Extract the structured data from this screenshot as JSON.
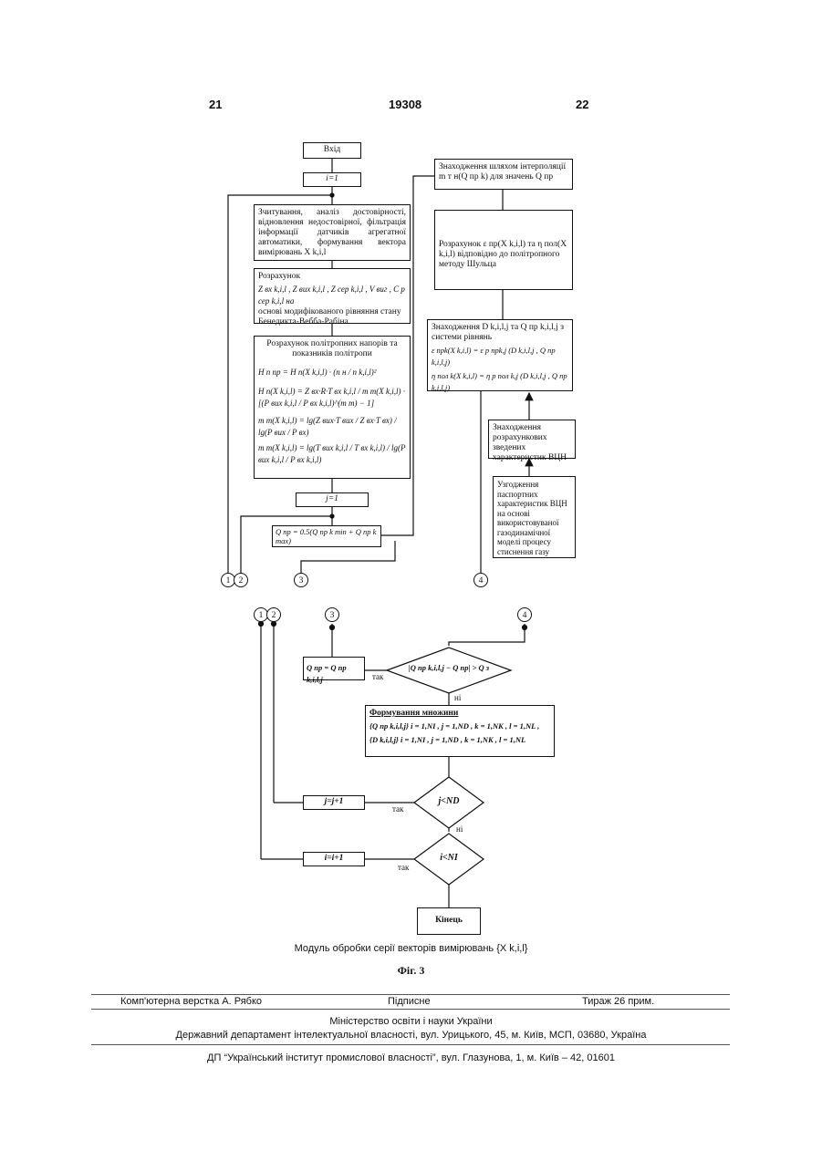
{
  "header": {
    "page_left": "21",
    "patent_number": "19308",
    "page_right": "22"
  },
  "flowchart": {
    "start": "Вхід",
    "i_init": "i=1",
    "read_block": "Зчитування, аналіз достовірності, відновлення недостовірної, фільтрація інформації датчиків агрегатної автоматики, формування вектора вимірювань X k,i,l",
    "calc_block_title": "Розрахунок",
    "calc_block_vars": "Z вх k,i,l , Z вих k,i,l , Z сер k,i,l , V виг , C p сер k,i,l на",
    "calc_block_text": "основі модифікованого рівняння стану Бенедикта-Вебба-Рабіна",
    "poly_title": "Розрахунок політропних напорів та показників політропи",
    "poly_eq1": "H п пр = H п(X k,i,l) · (n н / n k,i,l)²",
    "poly_eq2": "H п(X k,i,l) = Z вх·R·T вх k,i,l / m т(X k,i,l) · [(P вих k,i,l / P вх k,i,l)^(m т) − 1]",
    "poly_eq3": "m т(X k,i,l) = lg(Z вих·T вих / Z вх·T вх) / lg(P вих / P вх)",
    "poly_eq4": "m т(X k,i,l) = lg(T вих k,i,l / T вх k,i,l) / lg(P вих k,i,l / P вх k,i,l)",
    "j_init": "j=1",
    "q_eq": "Q пр = 0.5(Q пр k min + Q пр k max)",
    "interp_block": "Знаходження шляхом інтерполяції m т н(Q пр k) для значень Q пр",
    "eps_block": "Розрахунок ε пр(X k,i,l) та η пол(X k,i,l) відповідно до політропного методу Шульца",
    "find_block_title": "Знаходження D k,i,l,j та Q пр k,i,l,j з системи рівнянь",
    "find_eq1": "ε прk(X k,i,l) = ε p прk,j (D k,i,l,j , Q пр k,i,l,j)",
    "find_eq2": "η пол k(X k,i,l) = η p пол k,j (D k,i,l,j , Q пр k,i,l,j)",
    "char_block": "Знаходження розрахункових зведених характеристик ВЦН",
    "agree_block": "Узгодження паспортних характеристик ВЦН на основі використовуваної газодинамічної моделі процесу стиснення газу",
    "assign_block": "Q пр = Q пр k,i,l,j",
    "compare_diamond": "|Q пр k,i,l,j − Q пр| > Q з",
    "form_title": "Формування множини",
    "form_eq1": "{Q пр k,i,l,j} i = 1,NI , j = 1,ND , k = 1,NK , l = 1,NL ,",
    "form_eq2": "{D k,i,l,j} i = 1,NI , j = 1,ND , k = 1,NK , l = 1,NL",
    "j_inc": "j=j+1",
    "j_cond": "j<ND",
    "i_inc": "i=i+1",
    "i_cond": "i<NI",
    "end": "Кінець",
    "yes": "так",
    "no": "ні",
    "connectors": [
      "1",
      "2",
      "3",
      "4"
    ]
  },
  "caption": "Модуль обробки серії векторів вимірювань {X k,i,l}",
  "figure_label": "Фіг. 3",
  "footer": {
    "typesetting": "Комп'ютерна верстка А. Рябко",
    "subscription": "Підписне",
    "circulation": "Тираж 26 прим.",
    "ministry": "Міністерство освіти і науки України",
    "department": "Державний департамент інтелектуальної власності, вул. Урицького, 45, м. Київ, МСП, 03680, Україна",
    "institute": "ДП “Український інститут промислової власності”, вул. Глазунова, 1, м. Київ – 42, 01601"
  }
}
